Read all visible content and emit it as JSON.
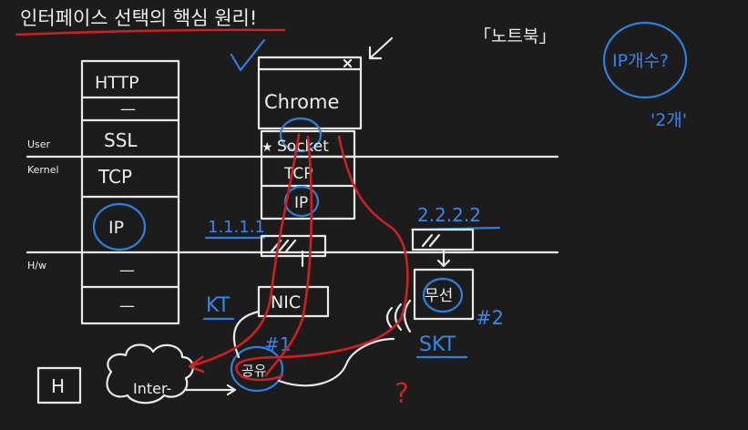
{
  "title": "인터페이스 선택의 핵심 원리!",
  "top_note": "「노트북」",
  "ip_question": "IP개수?",
  "ip_count_answer": "'2개'",
  "layer_labels": {
    "user": "User",
    "kernel": "Kernel",
    "hw": "H/w"
  },
  "stack_left": {
    "http": "HTTP",
    "dash1": "—",
    "ssl": "SSL",
    "tcp": "TCP",
    "ip": "IP",
    "dash2": "—",
    "dash3": "—"
  },
  "stack_mid": {
    "app": "Chrome",
    "socket": "Socket",
    "tcp": "TCP",
    "ip": "IP",
    "nic": "NIC"
  },
  "ip_addresses": {
    "first": "1.1.1.1",
    "second": "2.2.2.2"
  },
  "nic_right": "무선",
  "router_text": "공유",
  "marks": {
    "kt": "KT",
    "skt": "SKT",
    "n1": "#1",
    "n2": "#2"
  },
  "internet": "Inter-",
  "host_box": "H",
  "question_mark": "?",
  "colors": {
    "background": "#1c1c1c",
    "chalk": "#e9e9e9",
    "blue": "#2f7fe0",
    "red": "#d11e1e"
  }
}
